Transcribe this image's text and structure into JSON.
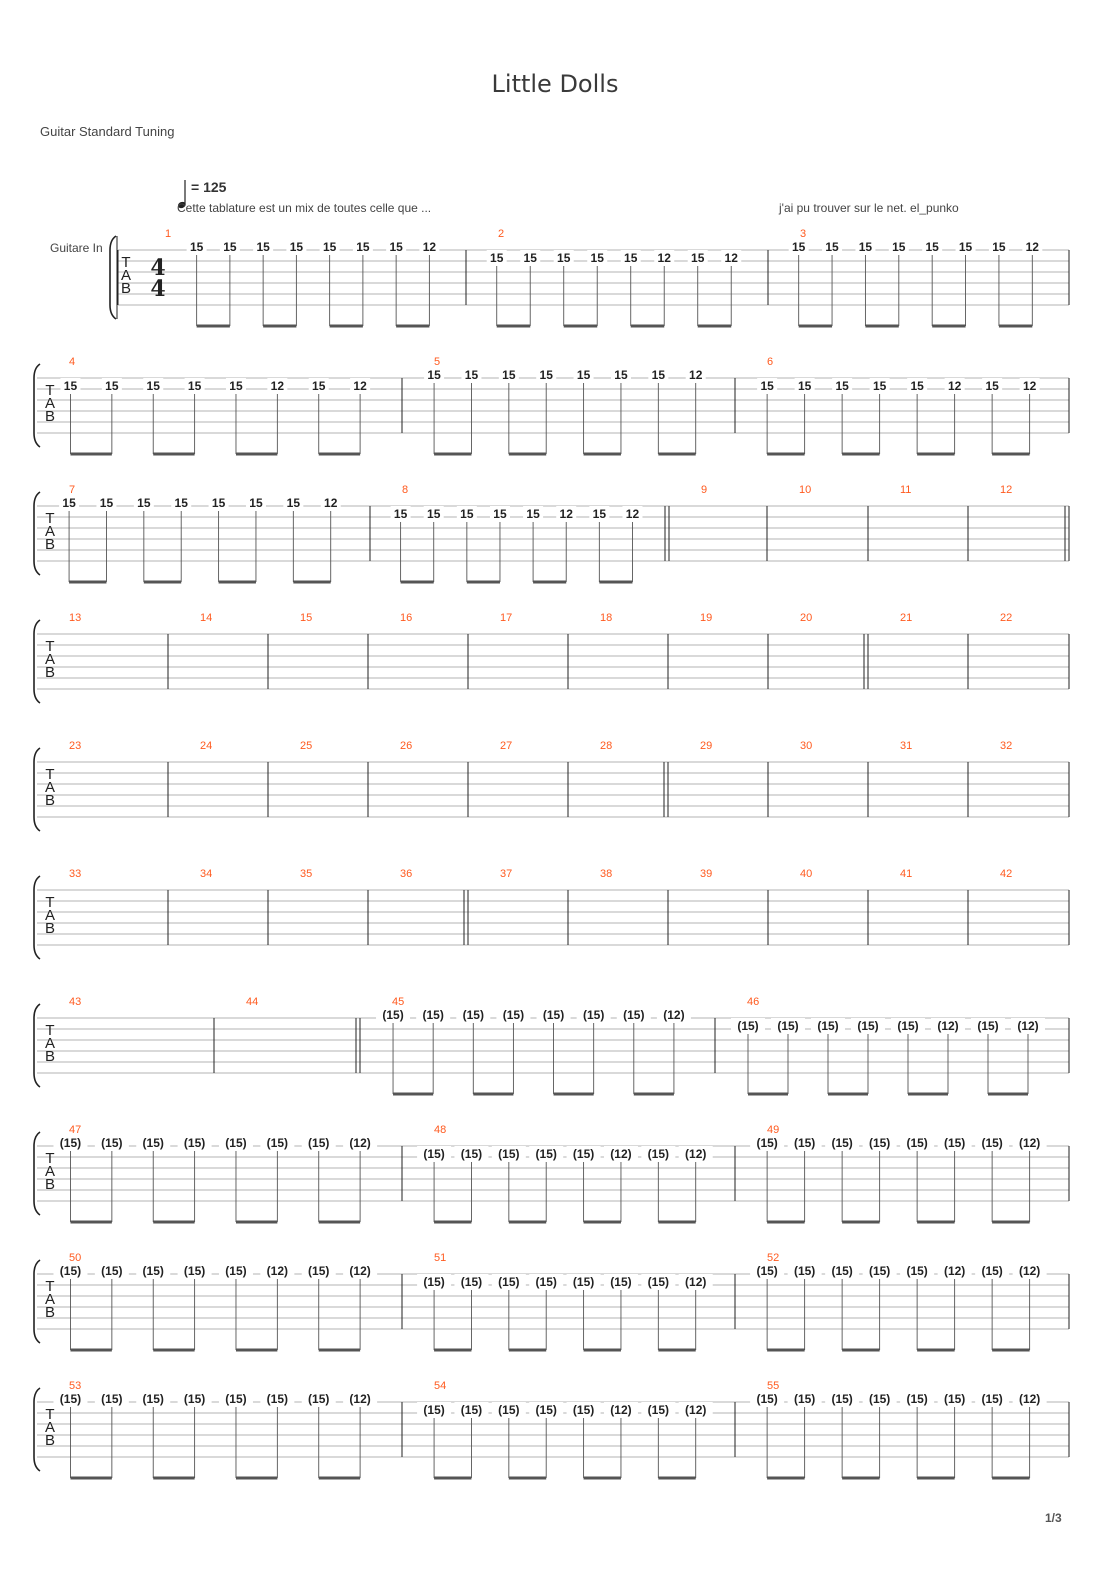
{
  "title": "Little Dolls",
  "tuning": "Guitar Standard Tuning",
  "tempo": "= 125",
  "annotations": {
    "left": "Cette tablature est un mix de toutes celle que ...",
    "right": "j'ai pu trouver sur le net. el_punko"
  },
  "instrument": "Guitare In",
  "time_signature": {
    "top": "4",
    "bottom": "4"
  },
  "tab_letters": [
    "T",
    "A",
    "B"
  ],
  "page": "1/3",
  "patterns": {
    "A": [
      "15",
      "15",
      "15",
      "15",
      "15",
      "15",
      "15",
      "12"
    ],
    "B": [
      "15",
      "15",
      "15",
      "15",
      "15",
      "12",
      "15",
      "12"
    ],
    "Ap": [
      "(15)",
      "(15)",
      "(15)",
      "(15)",
      "(15)",
      "(15)",
      "(15)",
      "(12)"
    ],
    "Bp": [
      "(15)",
      "(15)",
      "(15)",
      "(15)",
      "(15)",
      "(12)",
      "(15)",
      "(12)"
    ]
  },
  "systems": [
    {
      "measures": [
        {
          "n": "1",
          "notes": "A",
          "lane": "high"
        },
        {
          "n": "2",
          "notes": "B",
          "lane": "low"
        },
        {
          "n": "3",
          "notes": "A",
          "lane": "high"
        }
      ]
    },
    {
      "measures": [
        {
          "n": "4",
          "notes": "B",
          "lane": "low"
        },
        {
          "n": "5",
          "notes": "A",
          "lane": "high"
        },
        {
          "n": "6",
          "notes": "B",
          "lane": "low"
        }
      ]
    },
    {
      "measures": [
        {
          "n": "7",
          "notes": "A",
          "lane": "high"
        },
        {
          "n": "8",
          "notes": "B",
          "lane": "low"
        },
        {
          "n": "9"
        },
        {
          "n": "10"
        },
        {
          "n": "11"
        },
        {
          "n": "12"
        }
      ]
    },
    {
      "measures": [
        {
          "n": "13"
        },
        {
          "n": "14"
        },
        {
          "n": "15"
        },
        {
          "n": "16"
        },
        {
          "n": "17"
        },
        {
          "n": "18"
        },
        {
          "n": "19"
        },
        {
          "n": "20"
        },
        {
          "n": "21"
        },
        {
          "n": "22"
        }
      ]
    },
    {
      "measures": [
        {
          "n": "23"
        },
        {
          "n": "24"
        },
        {
          "n": "25"
        },
        {
          "n": "26"
        },
        {
          "n": "27"
        },
        {
          "n": "28"
        },
        {
          "n": "29"
        },
        {
          "n": "30"
        },
        {
          "n": "31"
        },
        {
          "n": "32"
        }
      ]
    },
    {
      "measures": [
        {
          "n": "33"
        },
        {
          "n": "34"
        },
        {
          "n": "35"
        },
        {
          "n": "36"
        },
        {
          "n": "37"
        },
        {
          "n": "38"
        },
        {
          "n": "39"
        },
        {
          "n": "40"
        },
        {
          "n": "41"
        },
        {
          "n": "42"
        }
      ]
    },
    {
      "measures": [
        {
          "n": "43"
        },
        {
          "n": "44"
        },
        {
          "n": "45",
          "notes": "Ap",
          "lane": "high"
        },
        {
          "n": "46",
          "notes": "Bp",
          "lane": "low"
        }
      ]
    },
    {
      "measures": [
        {
          "n": "47",
          "notes": "Ap",
          "lane": "high"
        },
        {
          "n": "48",
          "notes": "Bp",
          "lane": "low"
        },
        {
          "n": "49",
          "notes": "Ap",
          "lane": "high"
        }
      ]
    },
    {
      "measures": [
        {
          "n": "50",
          "notes": "Bp",
          "lane": "high"
        },
        {
          "n": "51",
          "notes": "Ap",
          "lane": "low"
        },
        {
          "n": "52",
          "notes": "Bp",
          "lane": "high"
        }
      ]
    },
    {
      "measures": [
        {
          "n": "53",
          "notes": "Ap",
          "lane": "high"
        },
        {
          "n": "54",
          "notes": "Bp",
          "lane": "low"
        },
        {
          "n": "55",
          "notes": "Ap",
          "lane": "high"
        }
      ]
    }
  ]
}
